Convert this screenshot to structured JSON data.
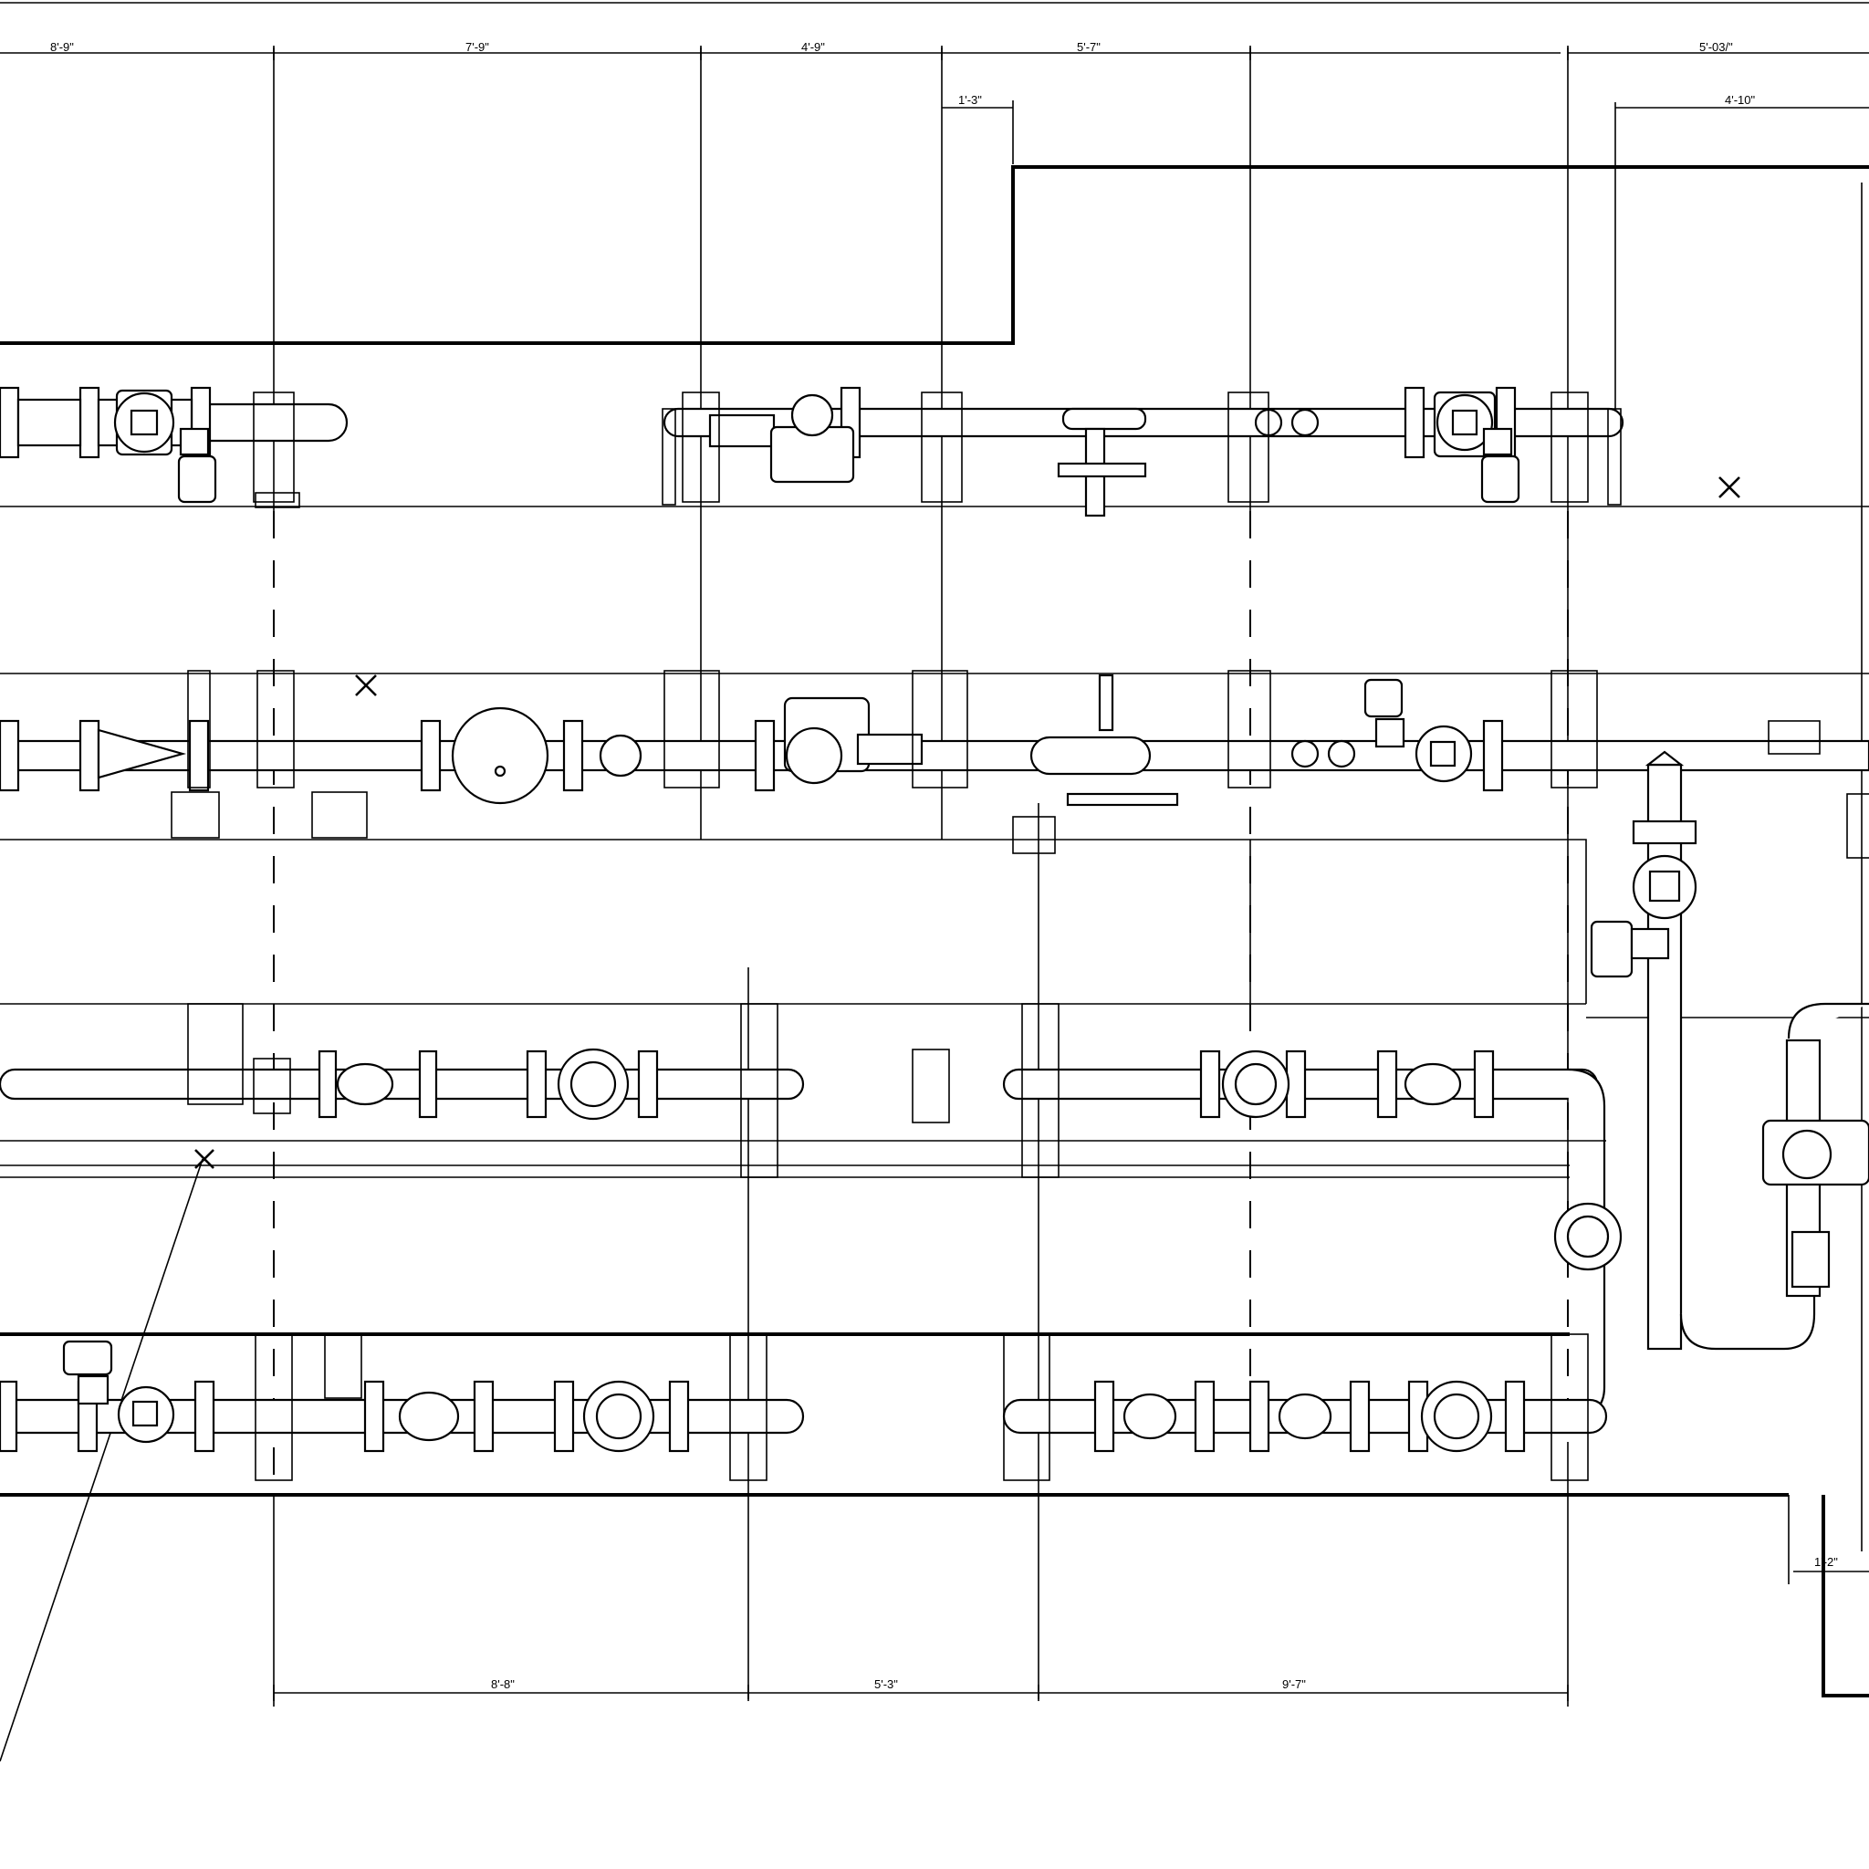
{
  "dimensions": {
    "top": [
      "8'-9\"",
      "7'-9\"",
      "4'-9\"",
      "5'-7\"",
      "5'-03/\""
    ],
    "top_sub": [
      "1'-3\"",
      "4'-10\""
    ],
    "bottom": [
      "8'-8\"",
      "5'-3\"",
      "9'-7\""
    ],
    "side": [
      "1'-2\""
    ]
  },
  "colors": {
    "line": "#000000",
    "paper": "#ffffff"
  },
  "icons": [
    "gate-valve-icon",
    "control-valve-icon",
    "regulator-icon",
    "flange-icon",
    "reducer-icon",
    "x-marker-icon"
  ]
}
